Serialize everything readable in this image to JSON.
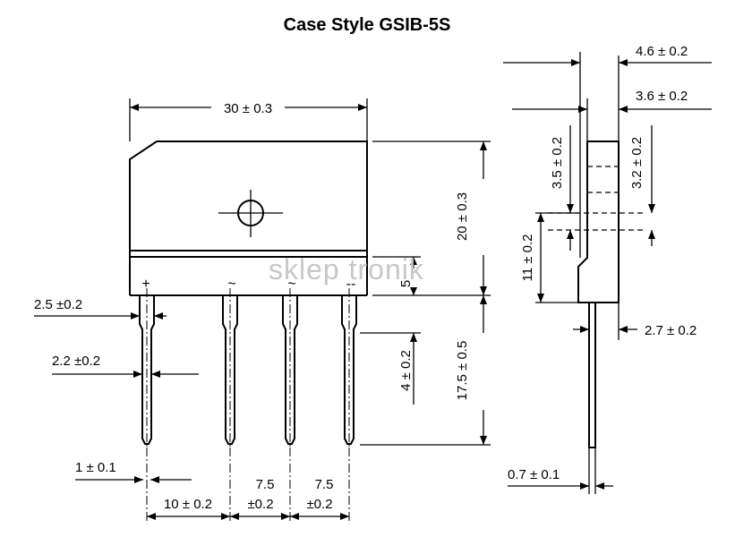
{
  "title": "Case Style GSIB-5S",
  "watermark": "sklep tronik",
  "pins": {
    "plus": "+",
    "ac1": "~",
    "ac2": "~",
    "minus": "--"
  },
  "dims": {
    "width": "30 ± 0.3",
    "body_height": "20 ± 0.3",
    "collar": "5",
    "lead_length": "17.5 ± 0.5",
    "lead_upper": "4 ± 0.2",
    "lead_width_top": "2.5 ±0.2",
    "lead_width": "2.2 ±0.2",
    "lead_thickness": "1 ± 0.1",
    "pitch_first": "10 ± 0.2",
    "pitch_a_value": "7.5",
    "pitch_a_tol": "±0.2",
    "pitch_b_value": "7.5",
    "pitch_b_tol": "±0.2",
    "side_total": "4.6 ± 0.2",
    "side_body": "3.6 ± 0.2",
    "side_hole_left": "3.5 ± 0.2",
    "side_hole_right": "3.2 ± 0.2",
    "side_step": "11 ± 0.2",
    "side_lead": "2.7 ± 0.2",
    "side_lead_thickness": "0.7 ± 0.1"
  }
}
